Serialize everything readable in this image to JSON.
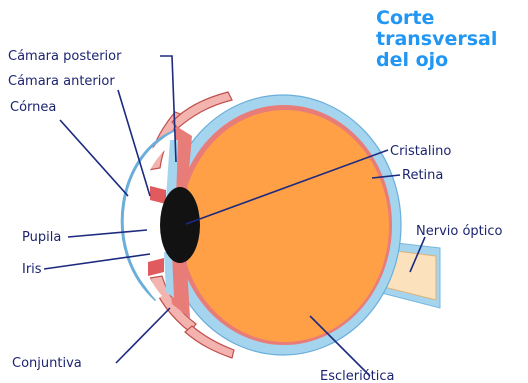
{
  "title": [
    "Corte",
    "transversal",
    "del ojo"
  ],
  "labels": {
    "camara_posterior": "Cámara posterior",
    "camara_anterior": "Cámara anterior",
    "cornea": "Córnea",
    "pupila": "Pupila",
    "iris": "Iris",
    "conjuntiva": "Conjuntiva",
    "cristalino": "Cristalino",
    "retina": "Retina",
    "nervio_optico": "Nervio óptico",
    "esclerotica": "Escleriótica"
  },
  "colors": {
    "vitreous": "#ffa046",
    "retina": "#e87c79",
    "choroid_sclera": "#a5d4ee",
    "lens": "#121212",
    "iris": "#e05a5e",
    "nerve": "#fbe2bd",
    "leader": "#1c2a80",
    "title": "#2196f3"
  }
}
